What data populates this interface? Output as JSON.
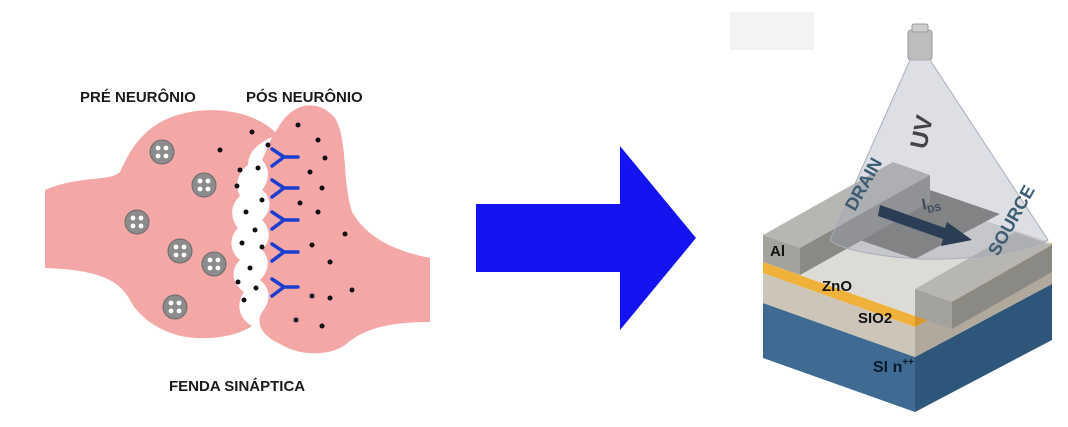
{
  "synapse": {
    "pre_label": "PRÉ NEURÔNIO",
    "post_label": "PÓS NEURÔNIO",
    "cleft_label": "FENDA SINÁPTICA"
  },
  "device": {
    "uv_label": "UV",
    "drain_label": "DRAIN",
    "source_label": "SOURCE",
    "ids_label": "I",
    "ids_sub": "DS",
    "al_label": "Al",
    "zno_label": "ZnO",
    "sio2_label": "SIO2",
    "si_label": "SI n",
    "si_sup": "++"
  },
  "colors": {
    "neuron": "#f4a7a7",
    "receptor": "#1a3fd0",
    "arrow": "#1414f0",
    "zno": "#f0b13a",
    "sio2": "#cdc6b8",
    "si": "#3f6b92"
  }
}
